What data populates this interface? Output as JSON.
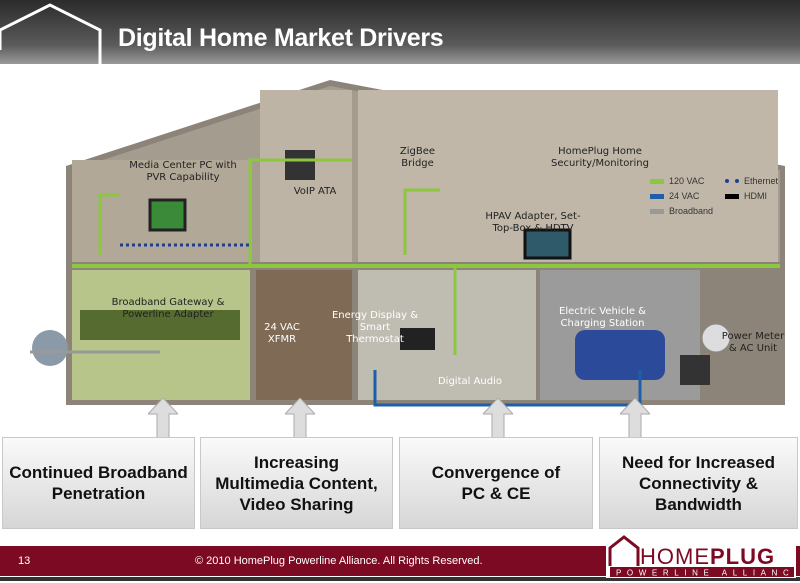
{
  "title": "Digital Home Market Drivers",
  "labels": {
    "media_center": "Media Center PC with PVR Capability",
    "voip": "VoIP ATA",
    "zigbee": "ZigBee Bridge",
    "security": "HomePlug Home Security/Monitoring",
    "hpav": "HPAV Adapter, Set-Top-Box & HDTV",
    "gateway": "Broadband Gateway & Powerline Adapter",
    "xfmr": "24 VAC XFMR",
    "energy": "Energy Display & Smart Thermostat",
    "audio": "Digital Audio",
    "ev": "Electric Vehicle & Charging Station",
    "meter": "Power Meter & AC Unit"
  },
  "legend": [
    {
      "label": "120 VAC",
      "color": "#8dc63f",
      "style": "solid"
    },
    {
      "label": "24 VAC",
      "color": "#1f5fa8",
      "style": "solid"
    },
    {
      "label": "Broadband",
      "color": "#999999",
      "style": "solid"
    },
    {
      "label": "Ethernet",
      "color": "#1f3f8f",
      "style": "dotted"
    },
    {
      "label": "HDMI",
      "color": "#000000",
      "style": "solid"
    }
  ],
  "drivers": [
    "Continued Broadband Penetration",
    "Increasing Multimedia Content, Video Sharing",
    "Convergence of PC & CE",
    "Need for Increased Connectivity & Bandwidth"
  ],
  "footer": {
    "page": "13",
    "copyright": "© 2010 HomePlug Powerline Alliance. All Rights Reserved.",
    "logo_text": "HOMEPLUG POWERLINE ALLIANCE"
  },
  "colors": {
    "footer": "#7d0a23",
    "green_wire": "#8dc63f",
    "blue_wire": "#1f5fa8"
  }
}
